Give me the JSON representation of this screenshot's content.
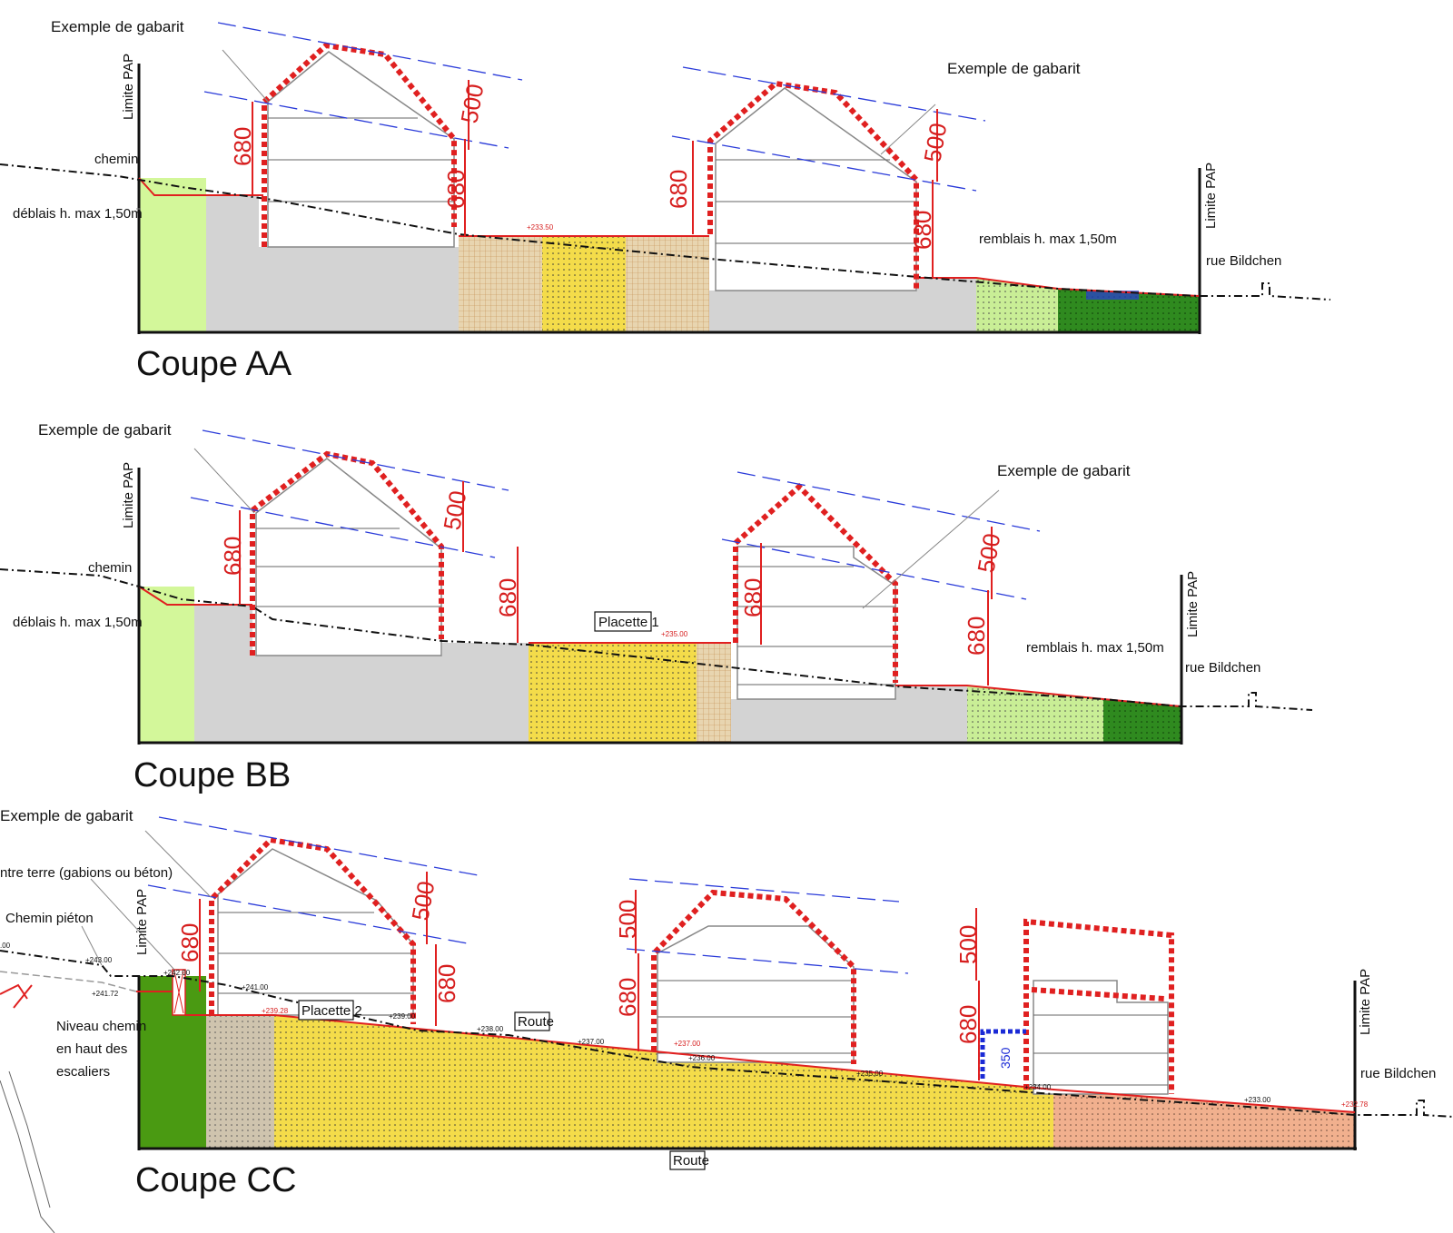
{
  "section_aa": {
    "title": "Coupe AA",
    "gabarit_left": "Exemple de gabarit",
    "gabarit_right": "Exemple de gabarit",
    "limite_left": "Limite PAP",
    "limite_right": "Limite PAP",
    "chemin": "chemin",
    "deblais": "déblais h. max 1,50m",
    "remblais": "remblais  h. max 1,50m",
    "rue": "rue Bildchen",
    "dim_680_a": "680",
    "dim_500_a": "500",
    "dim_680_b": "680",
    "dim_680_c": "680",
    "dim_500_b": "500",
    "dim_680_d": "680",
    "level": "+233.50"
  },
  "section_bb": {
    "title": "Coupe BB",
    "gabarit_left": "Exemple de gabarit",
    "gabarit_right": "Exemple de gabarit",
    "limite_left": "Limite PAP",
    "limite_right": "Limite PAP",
    "chemin": "chemin",
    "deblais": "déblais h. max 1,50m",
    "remblais": "remblais  h. max 1,50m",
    "rue": "rue Bildchen",
    "placette": "Placette 1",
    "level": "+235.00",
    "dim_680_a": "680",
    "dim_500_a": "500",
    "dim_680_b": "680",
    "dim_680_c": "680",
    "dim_500_b": "500",
    "dim_680_d": "680"
  },
  "section_cc": {
    "title": "Coupe CC",
    "gabarit": "Exemple de gabarit",
    "mur": "ntre terre (gabions ou béton)",
    "chemin_pieton": "Chemin piéton",
    "niveau_1": "Niveau chemin",
    "niveau_2": "en haut des",
    "niveau_3": "escaliers",
    "limite_left": "Limite PAP",
    "limite_right": "Limite PAP",
    "rue": "rue Bildchen",
    "placette": "Placette 2",
    "route_top": "Route",
    "route_bottom": "Route",
    "dim_680_a": "680",
    "dim_500_a": "500",
    "dim_680_b": "680",
    "dim_500_b": "500",
    "dim_680_c": "680",
    "dim_500_c": "500",
    "dim_680_d": "680",
    "dim_350": "350",
    "lv_243": "+243.00",
    "lv_24172": "+241.72",
    "lv_242": "+242.00",
    "lv_241": "+241.00",
    "lv_23928": "+239.28",
    "lv_239": "+239.00",
    "lv_238": "+238.00",
    "lv_237a": "+237.00",
    "lv_237b": "+237.00",
    "lv_236": "+236.00",
    "lv_235": "+235.00",
    "lv_234": "+234.00",
    "lv_233": "+233.00",
    "lv_23278": "+232.78",
    "lv_left": ".00"
  }
}
